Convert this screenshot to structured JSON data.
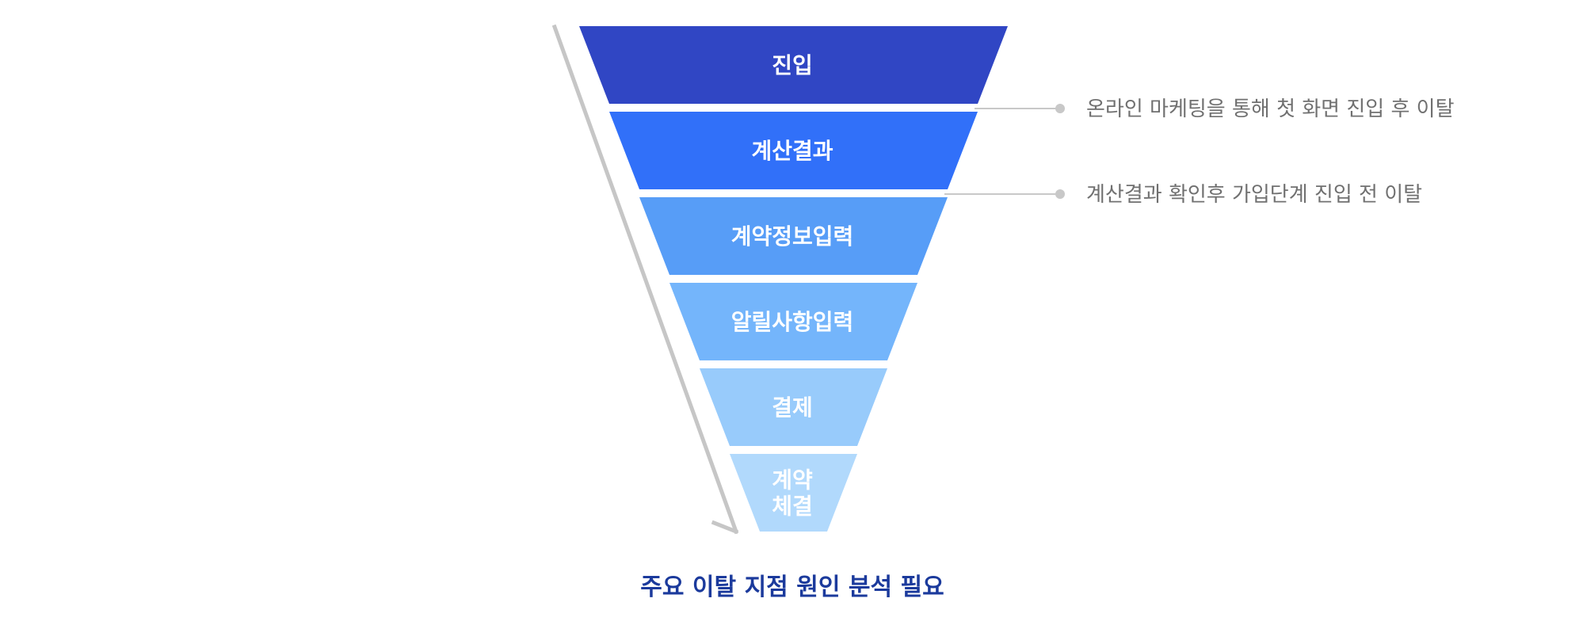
{
  "funnel": {
    "stages": [
      {
        "label_lines": [
          "진입"
        ],
        "color": "#3046c4"
      },
      {
        "label_lines": [
          "계산결과"
        ],
        "color": "#3170f9"
      },
      {
        "label_lines": [
          "계약정보입력"
        ],
        "color": "#579df7"
      },
      {
        "label_lines": [
          "알릴사항입력"
        ],
        "color": "#74b5fb"
      },
      {
        "label_lines": [
          "결제"
        ],
        "color": "#98cbfb"
      },
      {
        "label_lines": [
          "계약",
          "체결"
        ],
        "color": "#b1d9fc"
      }
    ]
  },
  "annotations": [
    {
      "text": "온라인 마케팅을 통해 첫 화면 진입 후 이탈"
    },
    {
      "text": "계산결과 확인후 가입단계 진입 전 이탈"
    }
  ],
  "caption": "주요 이탈 지점 원인 분석 필요",
  "colors": {
    "arrow": "#c6c6c6",
    "connector": "#c8c8c8",
    "note_text": "#707070",
    "caption": "#1b3a9c",
    "stage_text": "#ffffff"
  }
}
